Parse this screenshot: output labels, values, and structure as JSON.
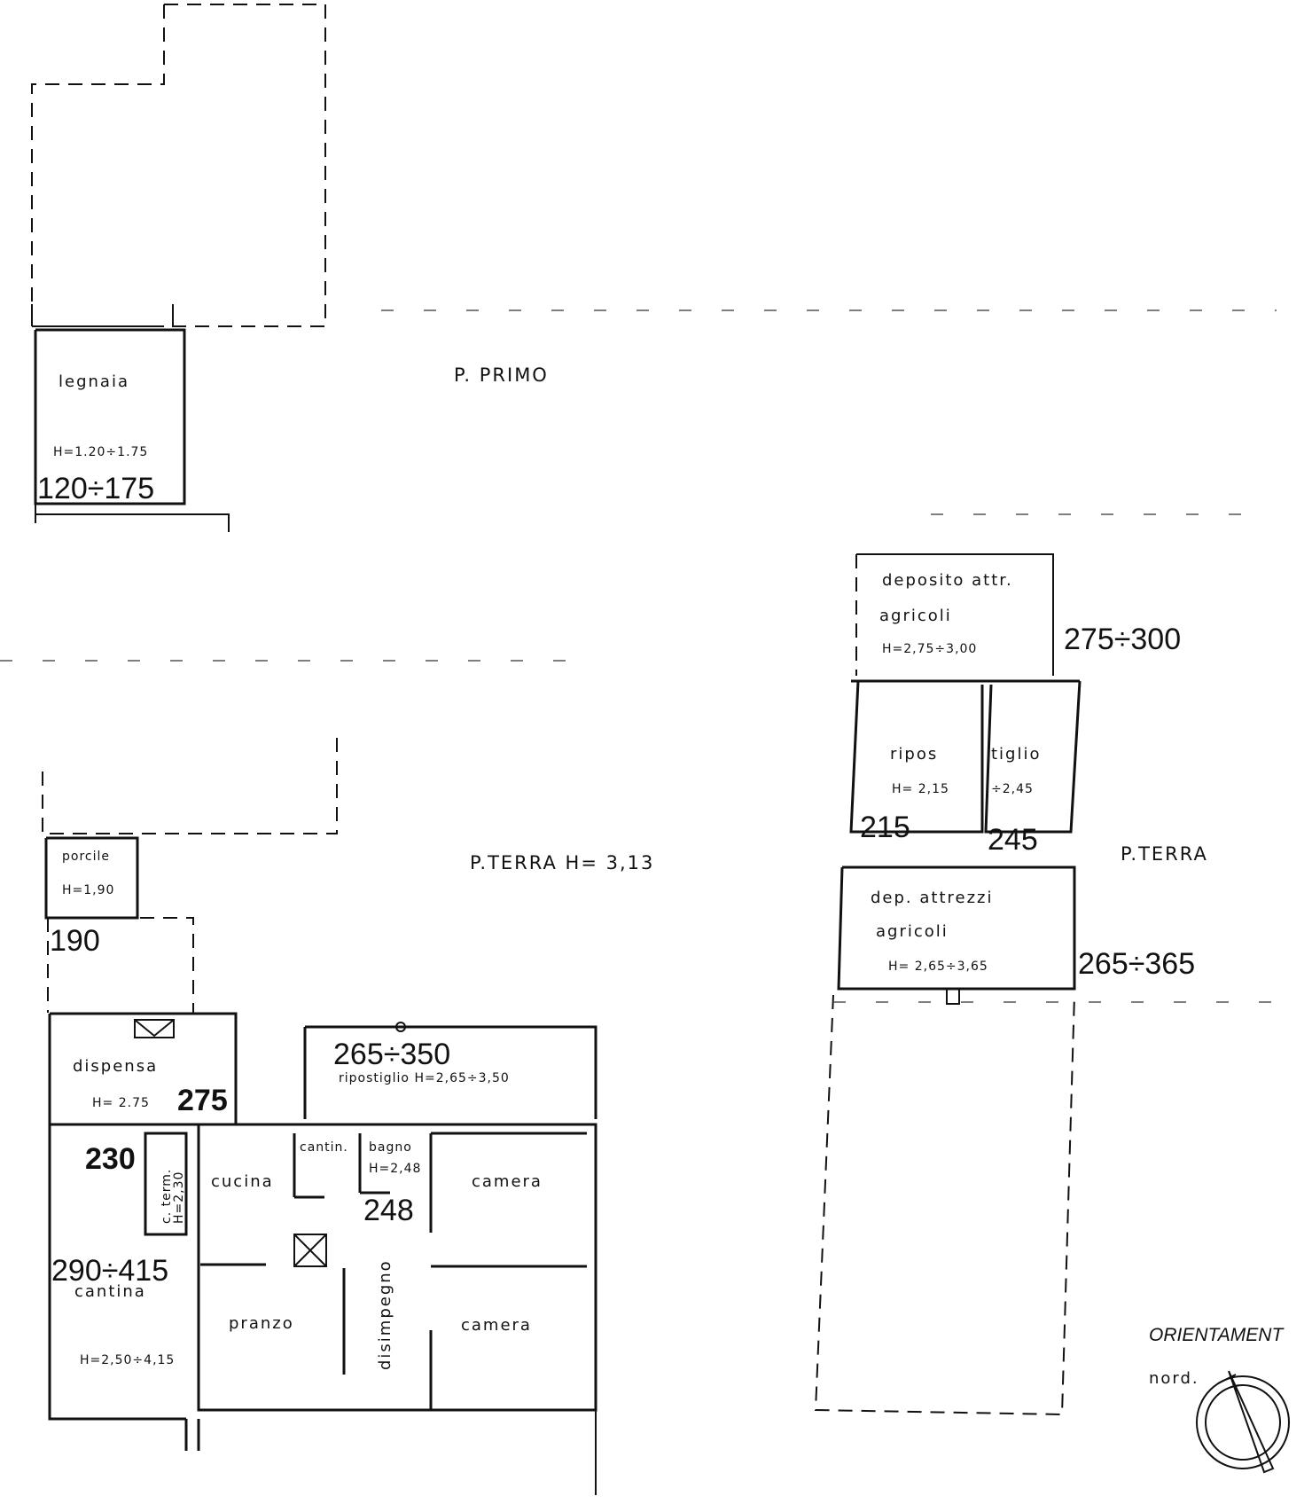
{
  "floors": {
    "primo": "P. PRIMO",
    "terra_main": "P.TERRA H= 3,13",
    "terra_side": "P.TERRA"
  },
  "rooms": {
    "legnaia": {
      "name": "legnaia",
      "height": "H=1.20÷1.75",
      "value": "120÷175"
    },
    "porcile": {
      "name": "porcile",
      "height": "H=1,90",
      "value": "190"
    },
    "dispensa": {
      "name": "dispensa",
      "height": "H= 2.75",
      "value": "275"
    },
    "ripostiglio_main": {
      "name": "ripostiglio H=2,65÷3,50",
      "value": "265÷350"
    },
    "cterm": {
      "name": "c. term.",
      "height": "H=2,30",
      "value": "230"
    },
    "cantina": {
      "name": "cantina",
      "height": "H=2,50÷4,15",
      "value": "290÷415"
    },
    "cucina": {
      "name": "cucina"
    },
    "cantin": {
      "name": "cantin."
    },
    "bagno": {
      "name": "bagno",
      "height": "H=2,48",
      "value": "248"
    },
    "disimpegno": {
      "name": "disimpegno"
    },
    "pranzo": {
      "name": "pranzo"
    },
    "camera_1": {
      "name": "camera"
    },
    "camera_2": {
      "name": "camera"
    },
    "deposito": {
      "line1": "deposito attr.",
      "line2": "agricoli",
      "height": "H=2,75÷3,00",
      "value": "275÷300"
    },
    "ripos_a": {
      "name": "ripos",
      "height": "H= 2,15",
      "value": "215"
    },
    "ripos_b": {
      "name": "tiglio",
      "height": "÷2,45",
      "value": "245"
    },
    "dep_attrezzi": {
      "line1": "dep. attrezzi",
      "line2": "agricoli",
      "height": "H= 2,65÷3,65",
      "value": "265÷365"
    }
  },
  "orientation": {
    "label": "ORIENTAMENT",
    "north": "nord."
  }
}
